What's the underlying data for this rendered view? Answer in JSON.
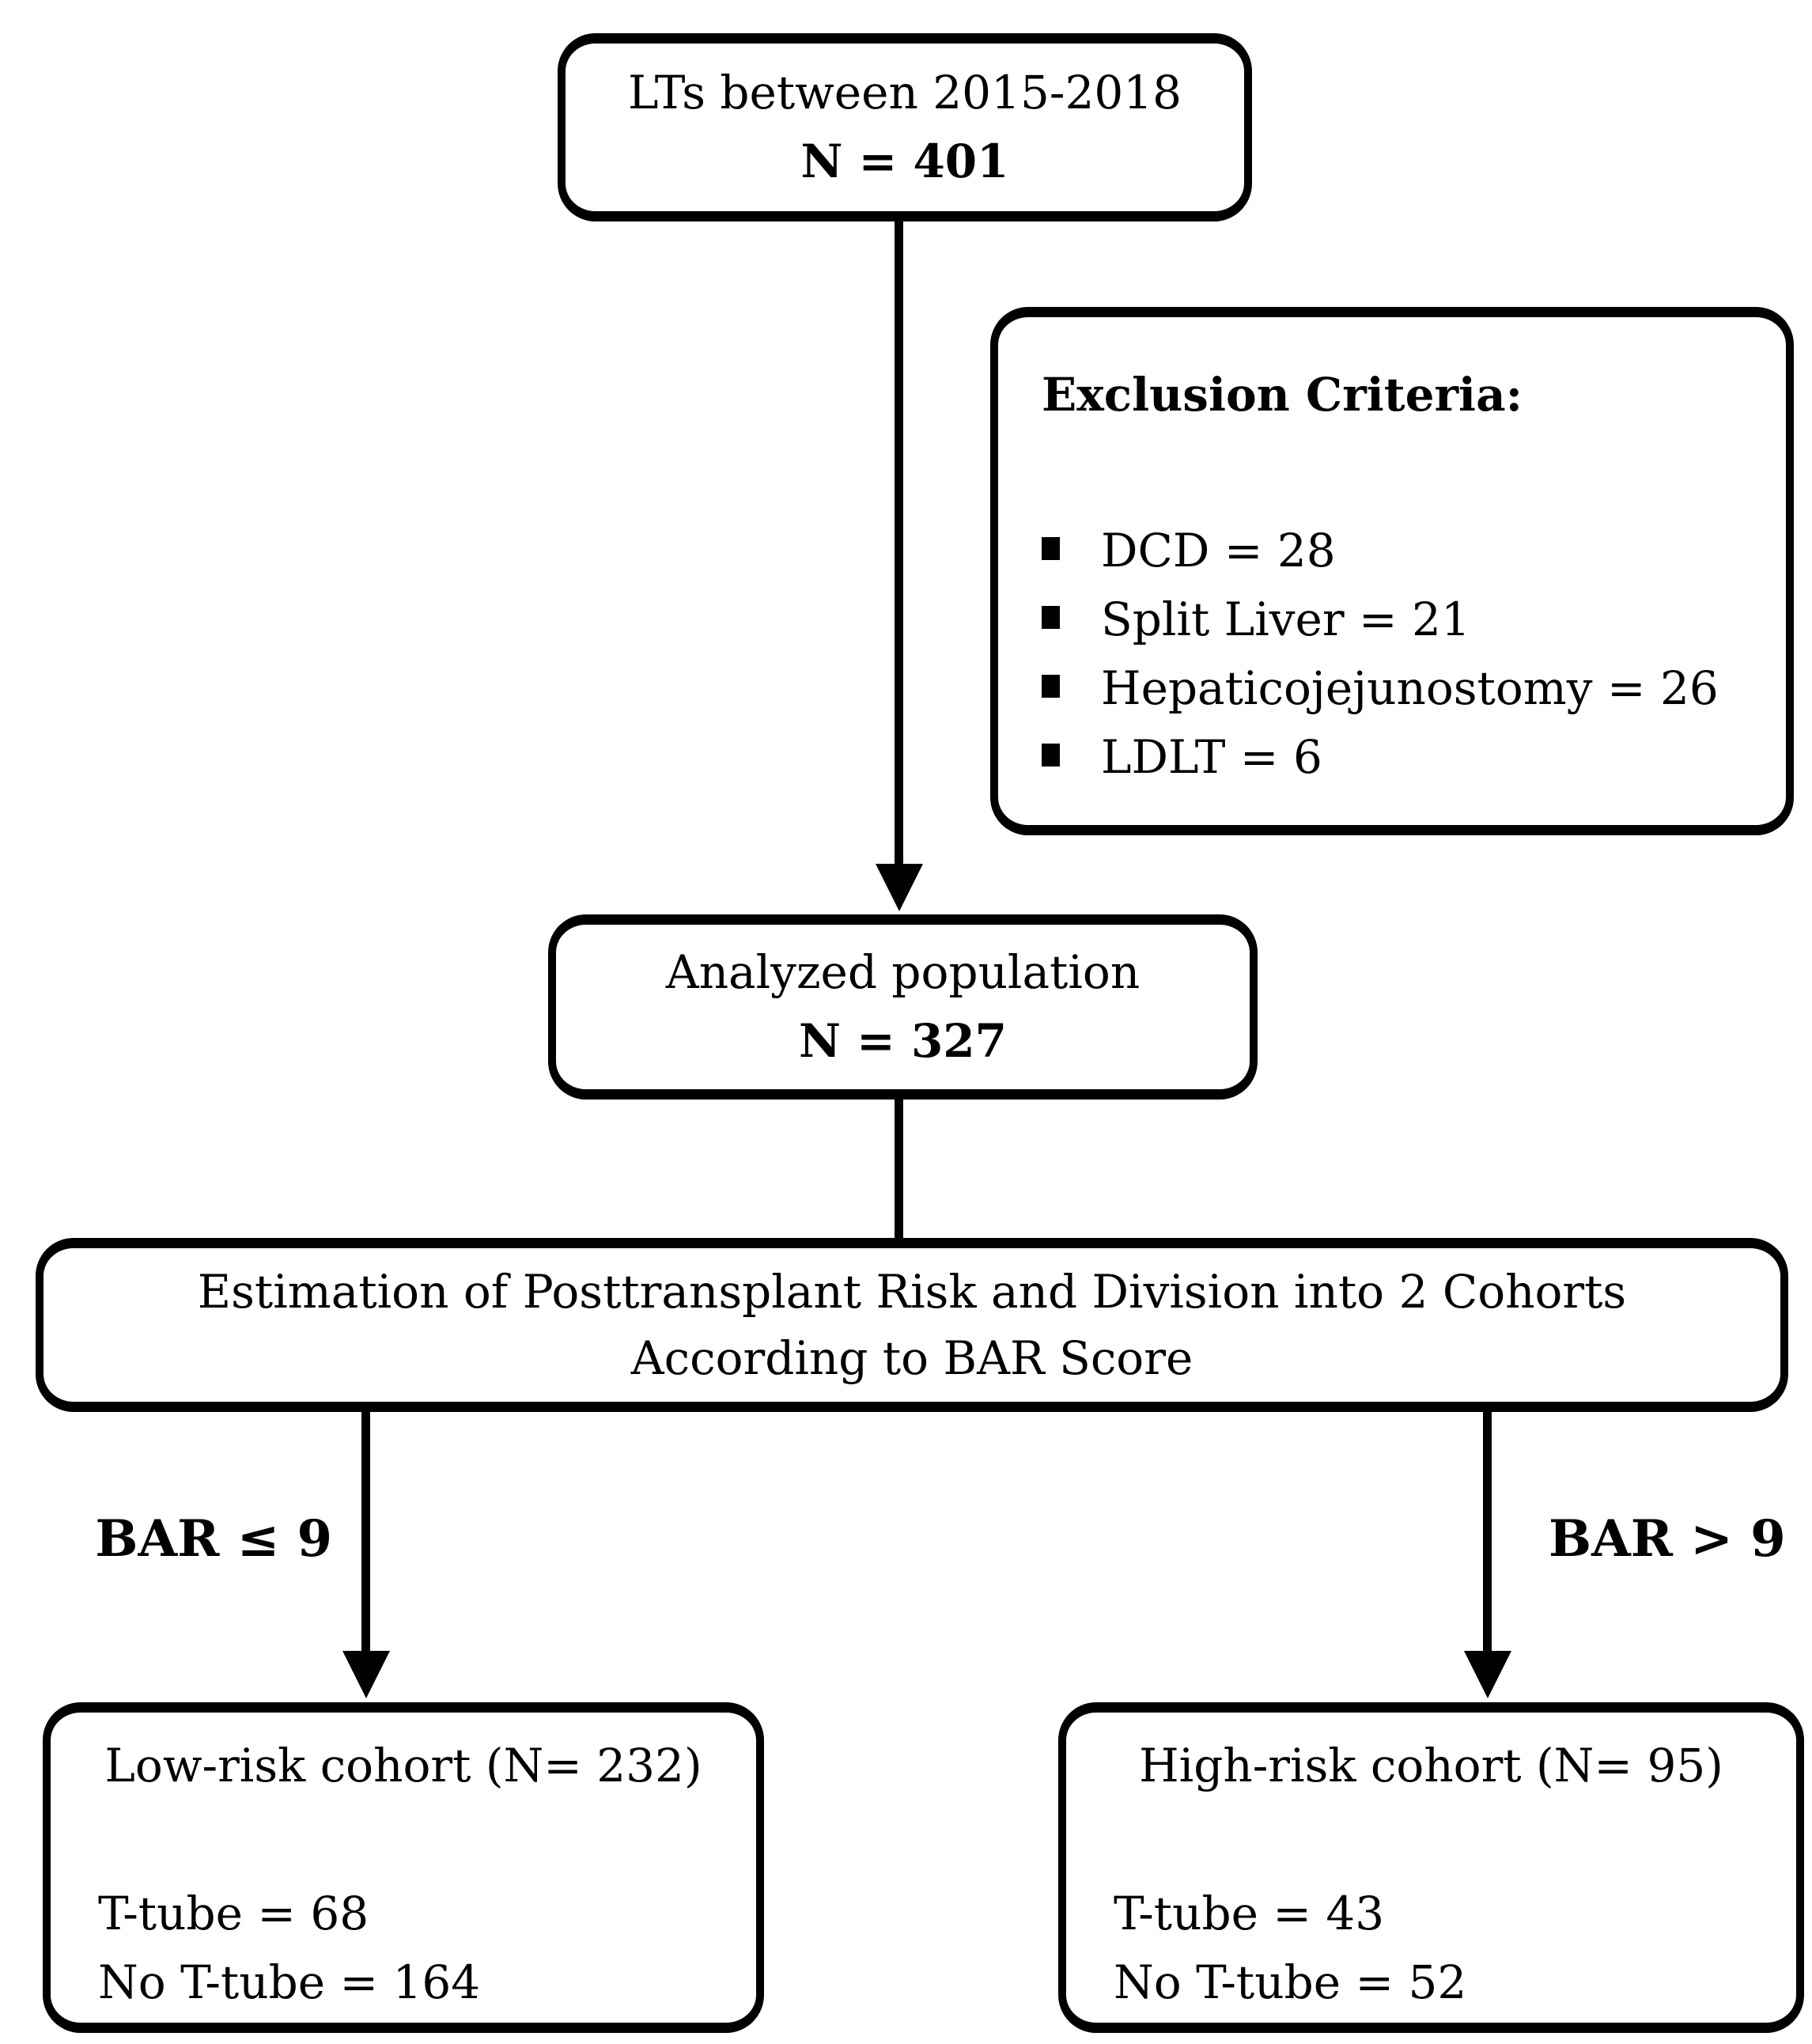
{
  "figure": {
    "top_box": {
      "line1": "LTs between 2015-2018",
      "line2": "N = 401"
    },
    "exclusion_box": {
      "title": "Exclusion Criteria:",
      "items": [
        "DCD = 28",
        "Split Liver = 21",
        "Hepaticojejunostomy = 26",
        "LDLT = 6"
      ]
    },
    "analyzed_box": {
      "line1": "Analyzed population",
      "line2": "N = 327"
    },
    "estimation_box": {
      "line1": "Estimation of Posttransplant Risk and Division into 2 Cohorts",
      "line2": "According to BAR Score"
    },
    "branches": {
      "left_label": "BAR ≤ 9",
      "right_label": "BAR > 9"
    },
    "low_risk_box": {
      "title": "Low-risk cohort (N= 232)",
      "line1": "T-tube = 68",
      "line2": "No T-tube = 164"
    },
    "high_risk_box": {
      "title": "High-risk cohort (N= 95)",
      "line1": "T-tube = 43",
      "line2": "No T-tube = 52"
    },
    "colors": {
      "ink": "#000000",
      "background": "#ffffff"
    }
  }
}
